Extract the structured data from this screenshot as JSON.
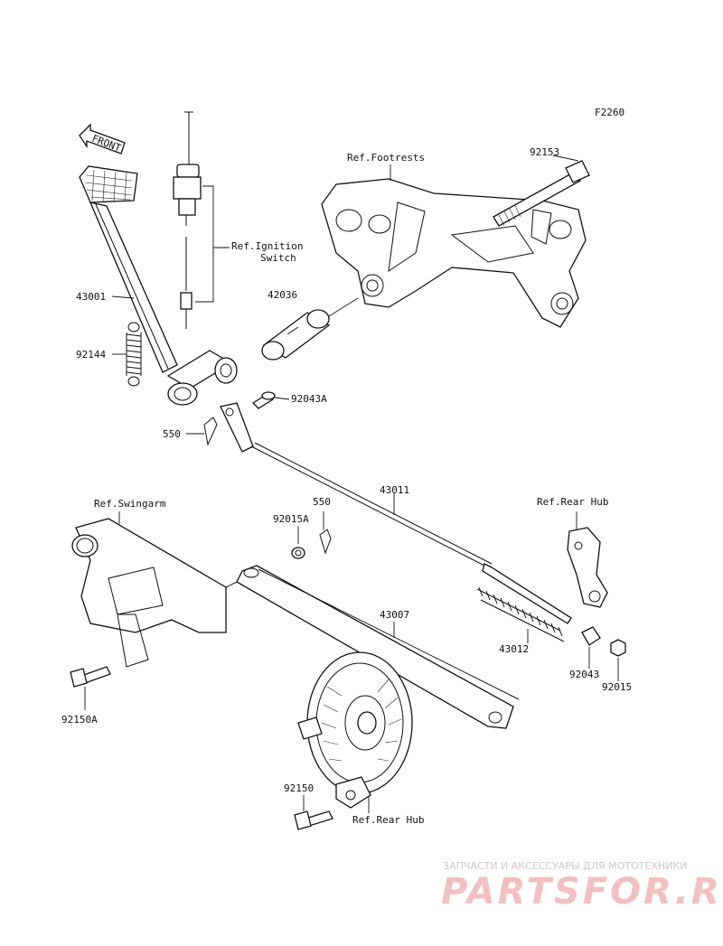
{
  "figure_code": "F2260",
  "front_label": "FRONT",
  "refs": {
    "footrests": "Ref.Footrests",
    "ignition_line1": "Ref.Ignition",
    "ignition_line2": "Switch",
    "swingarm": "Ref.Swingarm",
    "rear_hub_top": "Ref.Rear Hub",
    "rear_hub_bottom": "Ref.Rear Hub"
  },
  "parts": {
    "p92153": "92153",
    "p43001": "43001",
    "p42036": "42036",
    "p92144": "92144",
    "p92043A": "92043A",
    "p550_top": "550",
    "p43011": "43011",
    "p550_mid": "550",
    "p92015A": "92015A",
    "p43007": "43007",
    "p43012": "43012",
    "p92043": "92043",
    "p92015": "92015",
    "p92150A": "92150A",
    "p92150": "92150"
  },
  "watermark": {
    "tagline": "ЗАПЧАСТИ И АКСЕССУАРЫ ДЛЯ МОТОТЕХНИКИ",
    "logo": "PARTSFOR.RU"
  }
}
